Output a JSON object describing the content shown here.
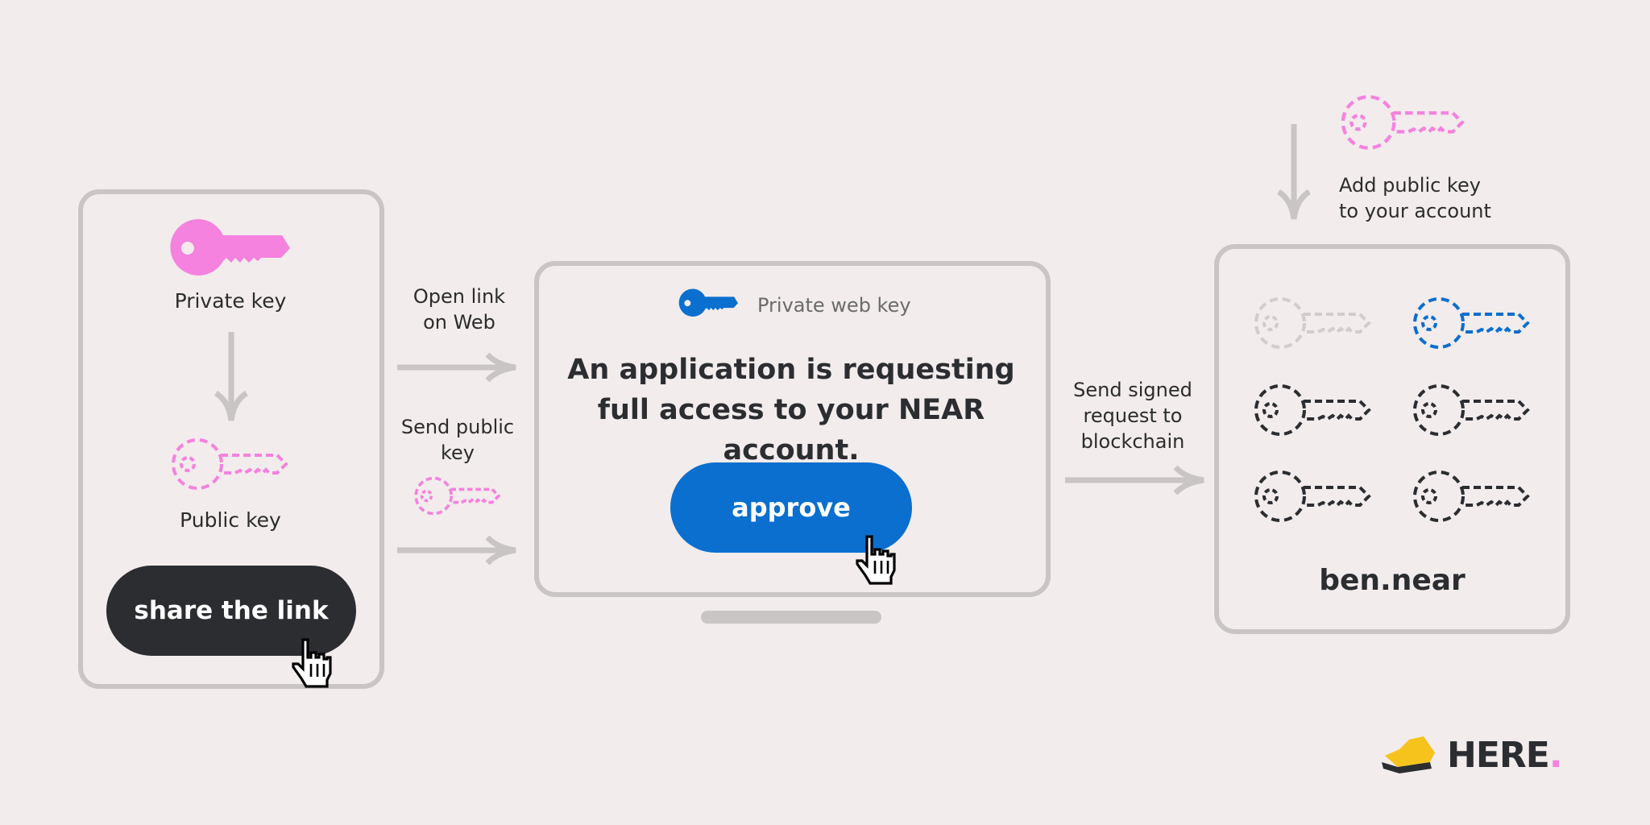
{
  "colors": {
    "background": "#f2ecec",
    "panel_border": "#c9c5c4",
    "pink_key": "#f582de",
    "blue_key": "#0a6fcf",
    "dark": "#2b2d31",
    "arrow": "#c9c5c4",
    "logo_yellow": "#f6c31c"
  },
  "left_panel": {
    "private_key_label": "Private key",
    "public_key_label": "Public key",
    "share_button_label": "share the link"
  },
  "arrows": {
    "open_link_label": "Open link\non Web",
    "send_public_key_label": "Send public\nkey",
    "send_signed_label": "Send signed\nrequest to\nblockchain",
    "add_public_key_label": "Add public key\nto your account"
  },
  "center_panel": {
    "private_web_key_label": "Private web key",
    "request_message": "An application is requesting full access to your NEAR account.",
    "approve_button_label": "approve"
  },
  "right_panel": {
    "account_name": "ben.near",
    "keys": [
      {
        "style": "faded"
      },
      {
        "style": "blue"
      },
      {
        "style": "dark"
      },
      {
        "style": "dark"
      },
      {
        "style": "dark"
      },
      {
        "style": "dark"
      }
    ]
  },
  "logo": {
    "text": "HERE",
    "dot": "."
  }
}
